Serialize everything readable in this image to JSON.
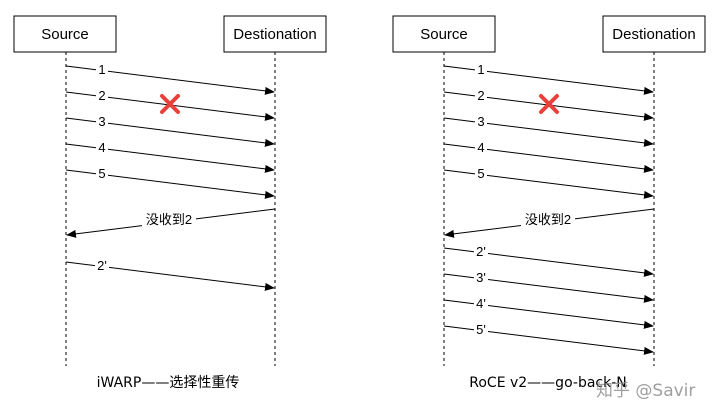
{
  "diagrams": [
    {
      "source_label": "Source",
      "destination_label": "Destionation",
      "messages": [
        "1",
        "2",
        "3",
        "4",
        "5"
      ],
      "lost_message": "2",
      "nak_label": "没收到2",
      "retransmissions": [
        "2'"
      ],
      "caption": "iWARP——选择性重传"
    },
    {
      "source_label": "Source",
      "destination_label": "Destionation",
      "messages": [
        "1",
        "2",
        "3",
        "4",
        "5"
      ],
      "lost_message": "2",
      "nak_label": "没收到2",
      "retransmissions": [
        "2'",
        "3'",
        "4'",
        "5'"
      ],
      "caption": "RoCE v2——go-back-N"
    }
  ],
  "colors": {
    "cross": "#e8403a",
    "line": "#000000"
  },
  "icons": {
    "lost": "red-cross-icon"
  },
  "watermark": "知乎 @Savir"
}
